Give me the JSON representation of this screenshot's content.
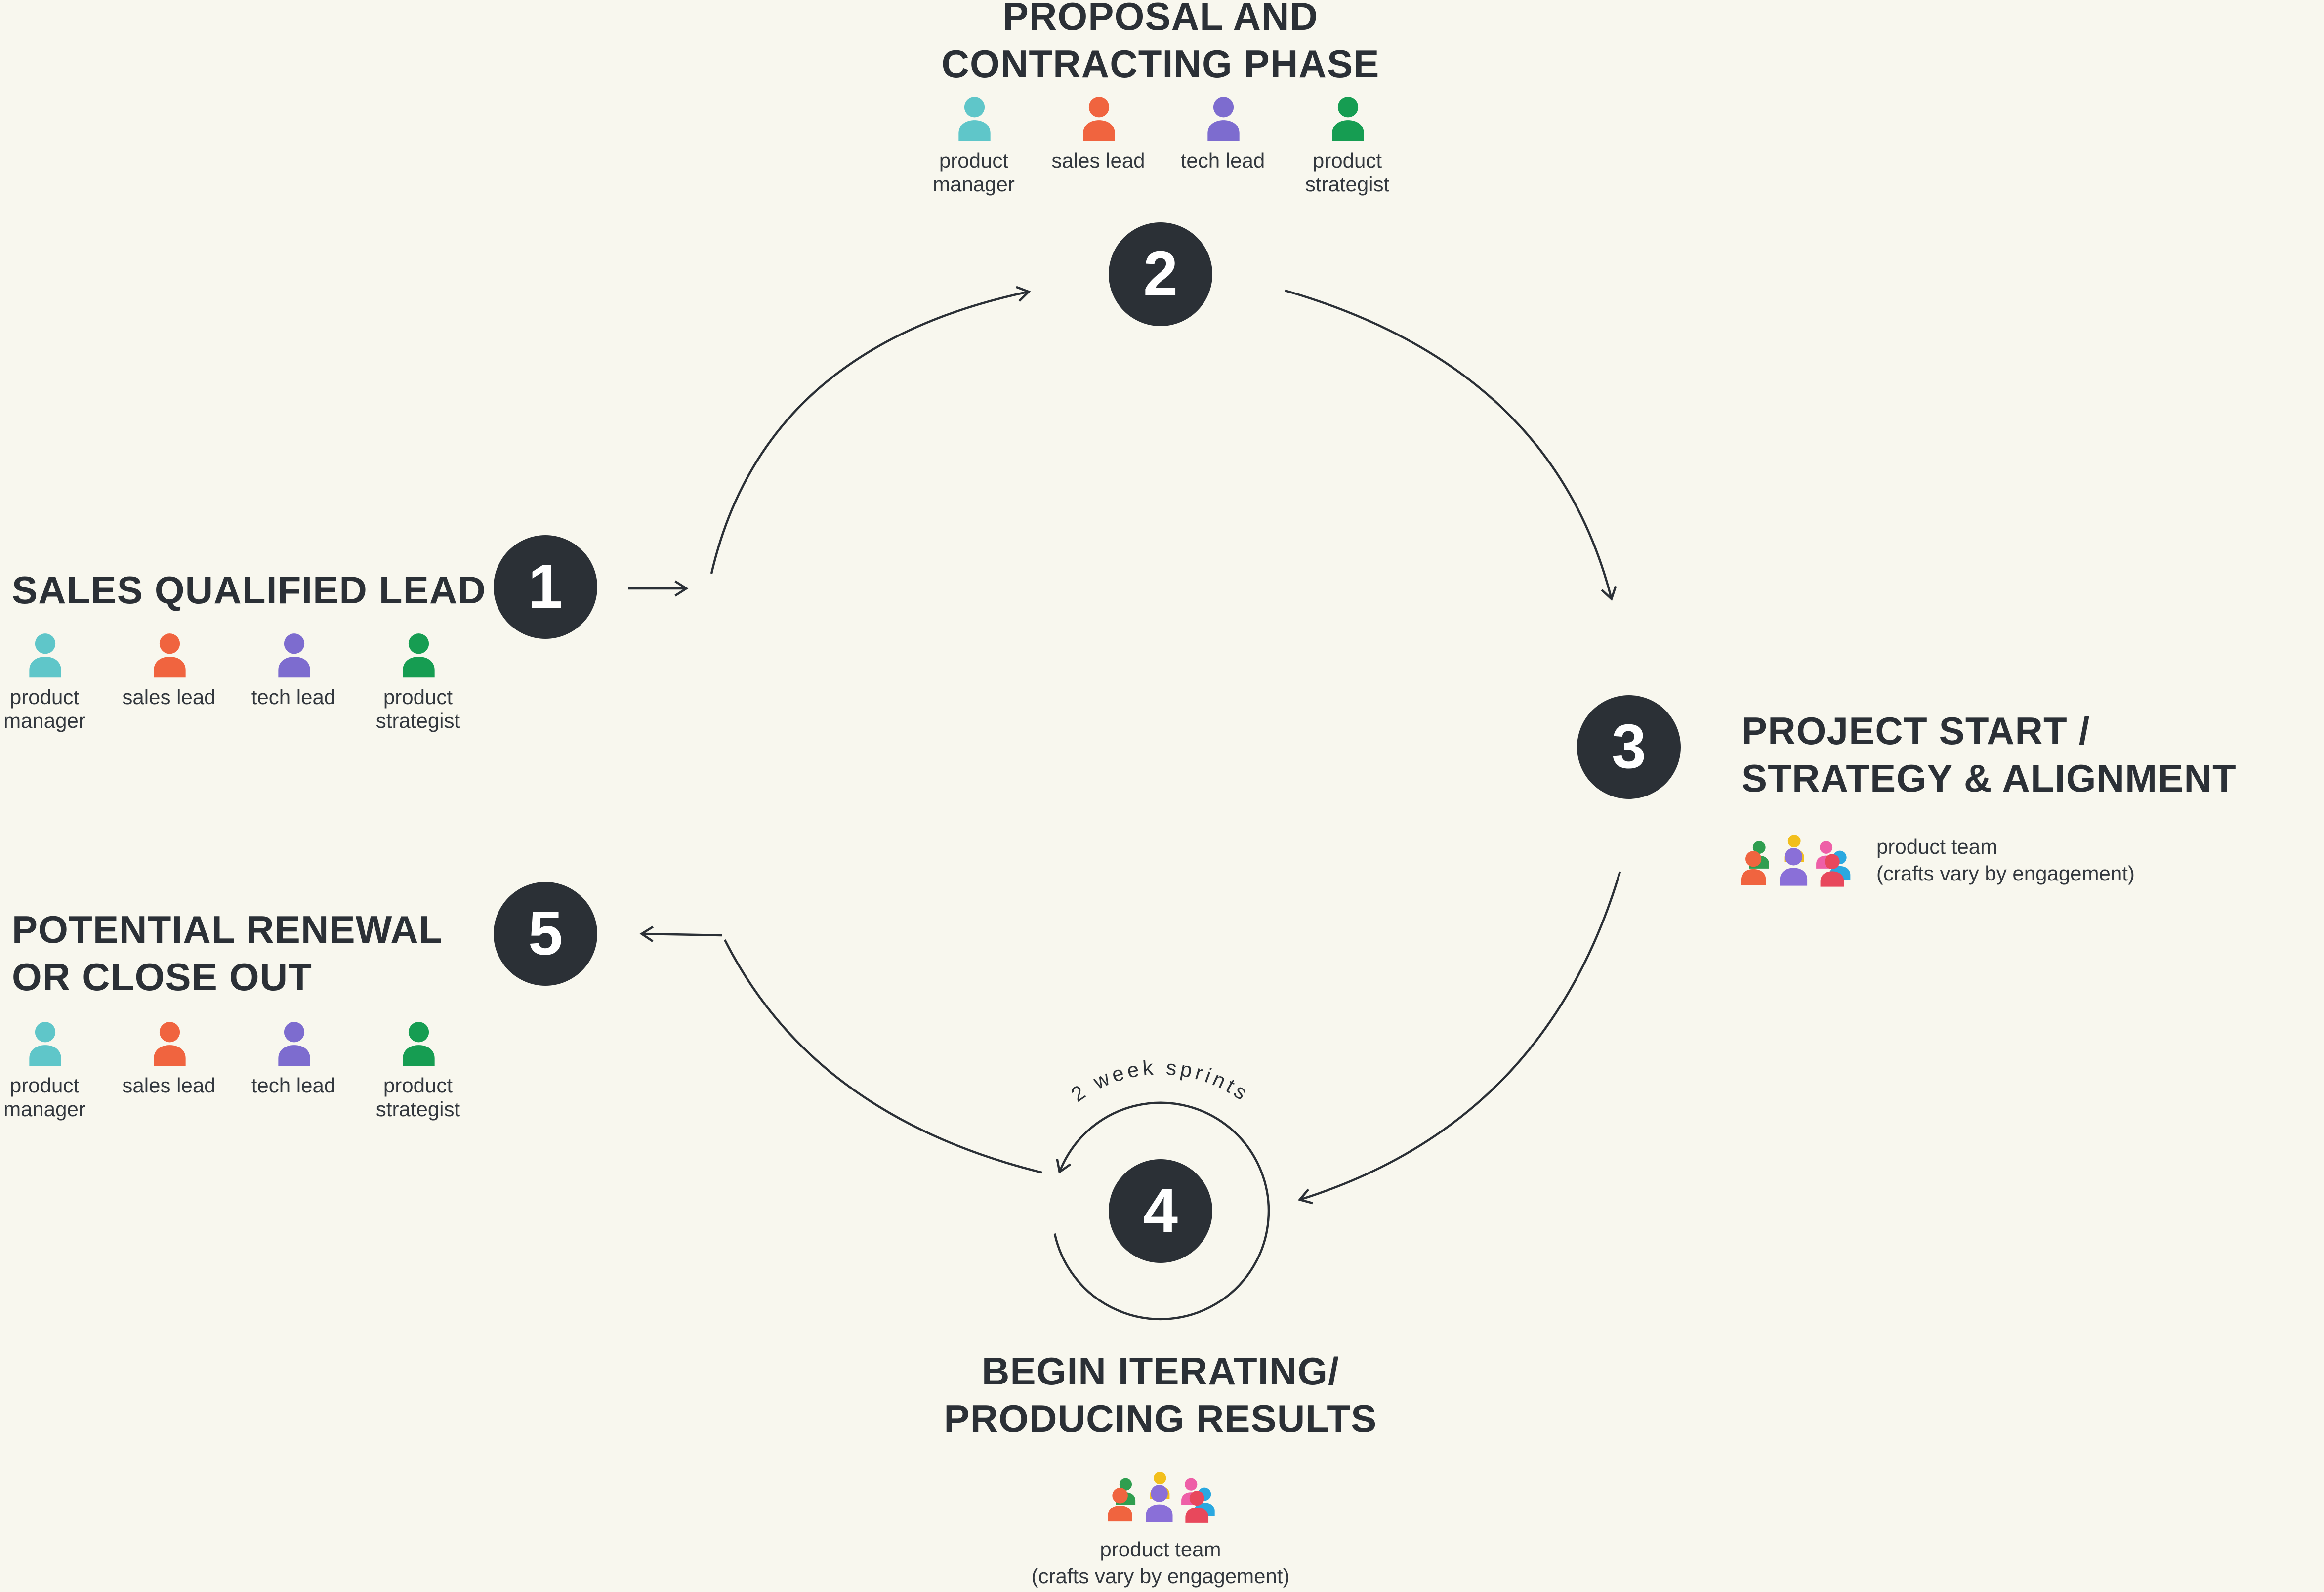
{
  "colors": {
    "background": "#f8f7ee",
    "ink": "#2b3036"
  },
  "icons": {
    "role": "person-silhouette",
    "team": "people-group"
  },
  "roles": [
    {
      "name": "product manager",
      "color": "#5fc6c9"
    },
    {
      "name": "sales lead",
      "color": "#f0643f"
    },
    {
      "name": "tech lead",
      "color": "#7d6ccf"
    },
    {
      "name": "product strategist",
      "color": "#169d52"
    }
  ],
  "team": {
    "label": "product team",
    "note": "(crafts vary by engagement)",
    "colors": [
      "#f0643f",
      "#2f9e4f",
      "#f2bf1c",
      "#8a6fd8",
      "#ee5fa7",
      "#2aa8e0",
      "#e8485c"
    ]
  },
  "steps": {
    "step1": {
      "number": "1",
      "line1": "SALES QUALIFIED LEAD"
    },
    "step2": {
      "number": "2",
      "line1": "PROPOSAL AND",
      "line2": "CONTRACTING PHASE"
    },
    "step3": {
      "number": "3",
      "line1": "PROJECT START /",
      "line2": "STRATEGY & ALIGNMENT"
    },
    "step4": {
      "number": "4",
      "line1": "BEGIN ITERATING/",
      "line2": "PRODUCING RESULTS",
      "annotation": "2 week sprints"
    },
    "step5": {
      "number": "5",
      "line1": "POTENTIAL RENEWAL",
      "line2": "OR CLOSE OUT"
    }
  }
}
